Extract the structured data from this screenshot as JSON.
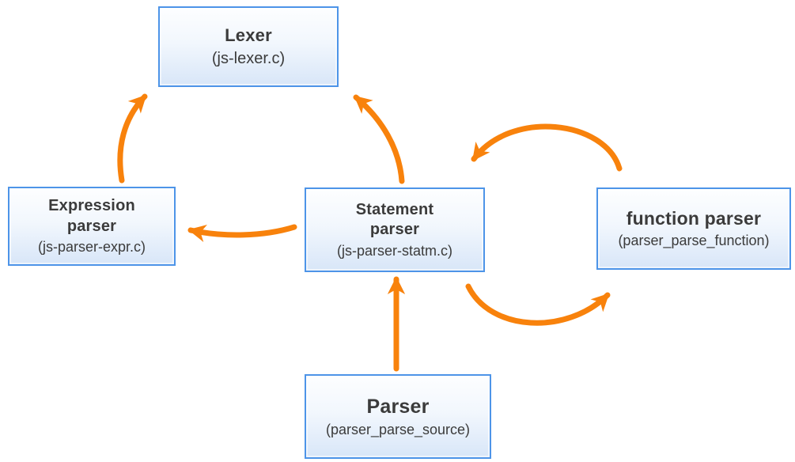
{
  "colors": {
    "arrow": "#f8820c",
    "box_border": "#4d94e8",
    "box_fill_top": "#fdfeff",
    "box_fill_bottom": "#d8e6f8",
    "text": "#3b3b3b",
    "background": "#ffffff"
  },
  "diagram": {
    "nodes": [
      {
        "id": "lexer",
        "title": "Lexer",
        "subtitle": "(js-lexer.c)"
      },
      {
        "id": "expression-parser",
        "title": "Expression\nparser",
        "subtitle": "(js-parser-expr.c)"
      },
      {
        "id": "statement-parser",
        "title": "Statement\nparser",
        "subtitle": "(js-parser-statm.c)"
      },
      {
        "id": "function-parser",
        "title": "function parser",
        "subtitle": "(parser_parse_function)"
      },
      {
        "id": "parser",
        "title": "Parser",
        "subtitle": "(parser_parse_source)"
      }
    ],
    "edges": [
      {
        "from": "expression-parser",
        "to": "lexer"
      },
      {
        "from": "statement-parser",
        "to": "lexer"
      },
      {
        "from": "statement-parser",
        "to": "expression-parser"
      },
      {
        "from": "function-parser",
        "to": "statement-parser"
      },
      {
        "from": "statement-parser",
        "to": "function-parser"
      },
      {
        "from": "parser",
        "to": "statement-parser"
      }
    ]
  }
}
